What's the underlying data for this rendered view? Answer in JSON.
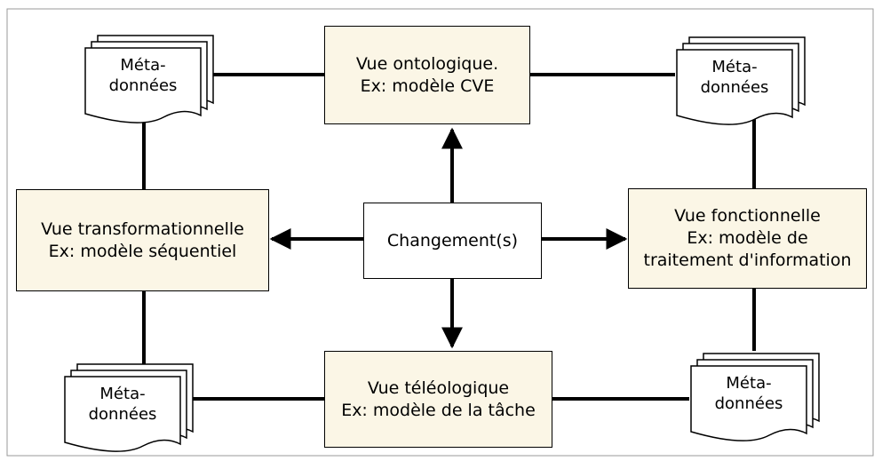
{
  "views": {
    "top": {
      "line1": "Vue ontologique.",
      "line2": "Ex: modèle CVE"
    },
    "left": {
      "line1": "Vue transformationnelle",
      "line2": "Ex: modèle séquentiel"
    },
    "right": {
      "line1": "Vue fonctionnelle",
      "line2": "Ex: modèle de",
      "line3": "traitement d'information"
    },
    "bottom": {
      "line1": "Vue téléologique",
      "line2": "Ex: modèle de la tâche"
    },
    "center": {
      "label": "Changement(s)"
    }
  },
  "metadata_docs": {
    "top_left": {
      "line1": "Méta-",
      "line2": "données"
    },
    "top_right": {
      "line1": "Méta-",
      "line2": "données"
    },
    "bottom_left": {
      "line1": "Méta-",
      "line2": "données"
    },
    "bottom_right": {
      "line1": "Méta-",
      "line2": "données"
    }
  },
  "colors": {
    "view_fill": "#fbf6e6",
    "frame": "#999999",
    "line": "#000000"
  }
}
